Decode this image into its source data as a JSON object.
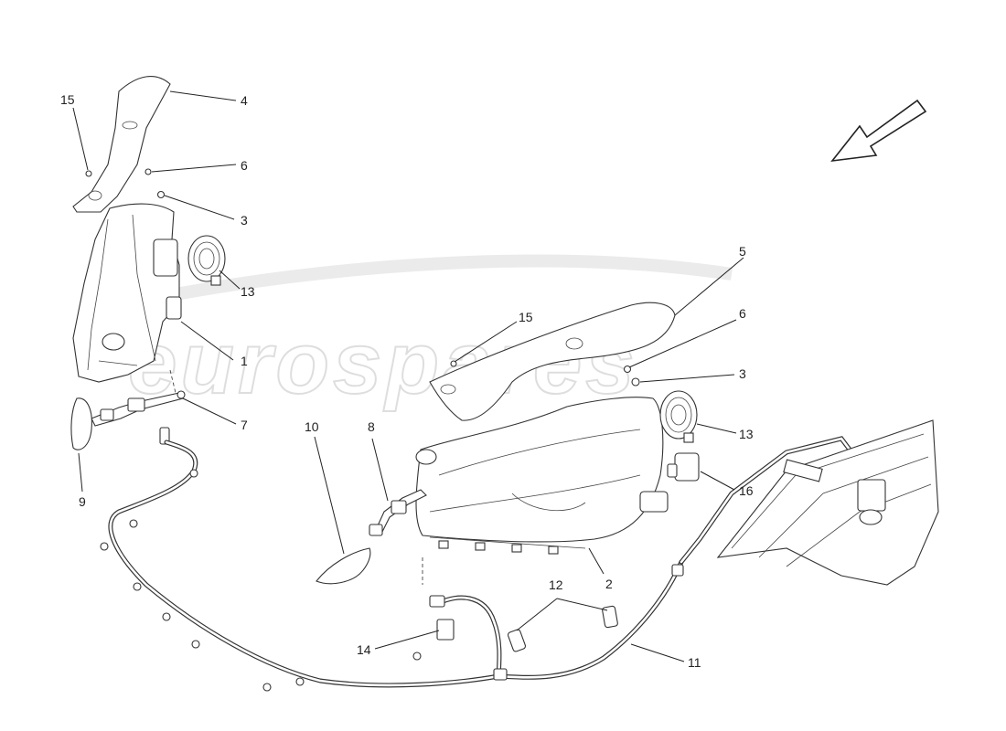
{
  "watermark": "eurospares",
  "callouts": [
    {
      "label": "15"
    },
    {
      "label": "4"
    },
    {
      "label": "6"
    },
    {
      "label": "3"
    },
    {
      "label": "13"
    },
    {
      "label": "1"
    },
    {
      "label": "7"
    },
    {
      "label": "9"
    },
    {
      "label": "5"
    },
    {
      "label": "15"
    },
    {
      "label": "6"
    },
    {
      "label": "3"
    },
    {
      "label": "13"
    },
    {
      "label": "16"
    },
    {
      "label": "10"
    },
    {
      "label": "8"
    },
    {
      "label": "2"
    },
    {
      "label": "12"
    },
    {
      "label": "14"
    },
    {
      "label": "11"
    }
  ],
  "direction_icon": "arrow-down-left-icon",
  "colors": {
    "line": "#222222",
    "watermark": "#d6d6d6",
    "background": "#ffffff"
  }
}
